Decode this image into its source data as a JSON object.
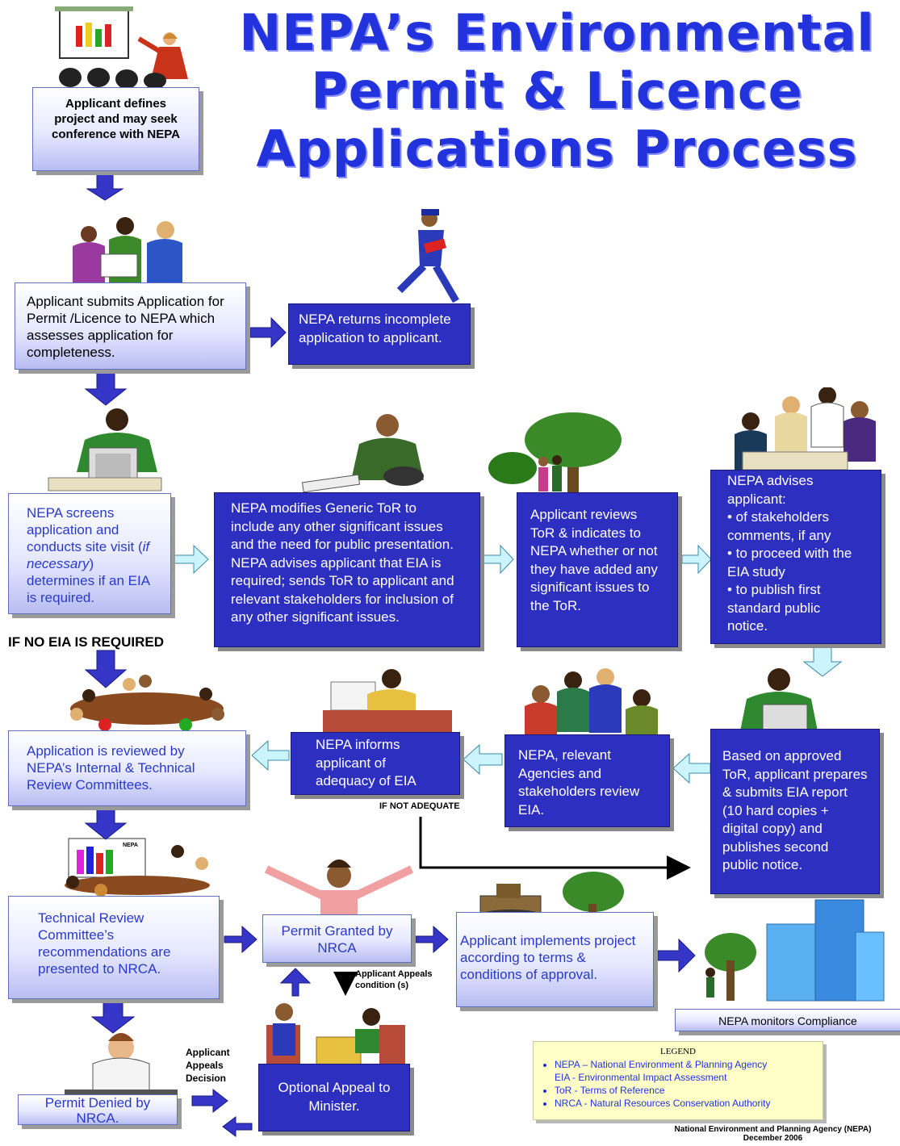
{
  "title": {
    "line1": "NEPA’s Environmental",
    "line2": "Permit & Licence",
    "line3": "Applications Process"
  },
  "boxes": {
    "define": "Applicant defines project and may seek conference with NEPA",
    "submit": "Applicant submits Application for Permit /Licence to NEPA which assesses application for completeness.",
    "returns": "NEPA returns incomplete application to applicant.",
    "screens": {
      "p1": "NEPA screens application and conducts site visit (",
      "italic": "if necessary",
      "p2": ") determines if  an EIA is required."
    },
    "modifies": "NEPA modifies Generic ToR to include any other significant issues and the need for public presentation.\nNEPA advises applicant that EIA is required; sends ToR to applicant and relevant stakeholders for inclusion of any other significant issues.",
    "reviews_tor": "Applicant reviews ToR & indicates to NEPA whether or not they have added any significant issues to the ToR.",
    "advises": {
      "intro": "NEPA advises applicant:",
      "items": [
        "• of stakeholders comments, if any",
        "• to proceed with the EIA study",
        "• to  publish first standard public notice."
      ]
    },
    "reviewed": "Application is reviewed by NEPA’s Internal & Technical Review Committees.",
    "informs": "NEPA informs applicant of adequacy of EIA",
    "agencies": "NEPA, relevant Agencies and stakeholders review EIA.",
    "prepares": "Based on approved ToR, applicant prepares & submits EIA report    (10 hard copies + digital copy) and publishes second public notice.",
    "technical": "Technical Review Committee’s recommendations are presented to NRCA.",
    "granted": "Permit Granted by NRCA",
    "implements": "Applicant implements project according to terms & conditions of approval.",
    "monitors": "NEPA monitors Compliance",
    "denied": "Permit Denied by NRCA.",
    "appeal": "Optional Appeal to Minister."
  },
  "labels": {
    "no_eia": "IF NO EIA  IS REQUIRED",
    "not_adequate": "IF NOT ADEQUATE",
    "appeals_condition": "Applicant Appeals condition (s)",
    "appeals_decision": "Applicant Appeals Decision",
    "chart_nepa": "NEPA"
  },
  "legend": {
    "title": "LEGEND",
    "items": [
      "NEPA – National Environment & Planning Agency",
      "EIA - Environmental Impact Assessment",
      "ToR - Terms of Reference",
      "NRCA - Natural Resources Conservation Authority"
    ]
  },
  "footer": {
    "line1": "National Environment and Planning Agency (NEPA)",
    "line2": "December 2006"
  },
  "colors": {
    "dark_box": "#2d2fc0",
    "arrow_dark": "#3535c8",
    "arrow_light": "#ccf4ff",
    "title": "#2233dd"
  }
}
